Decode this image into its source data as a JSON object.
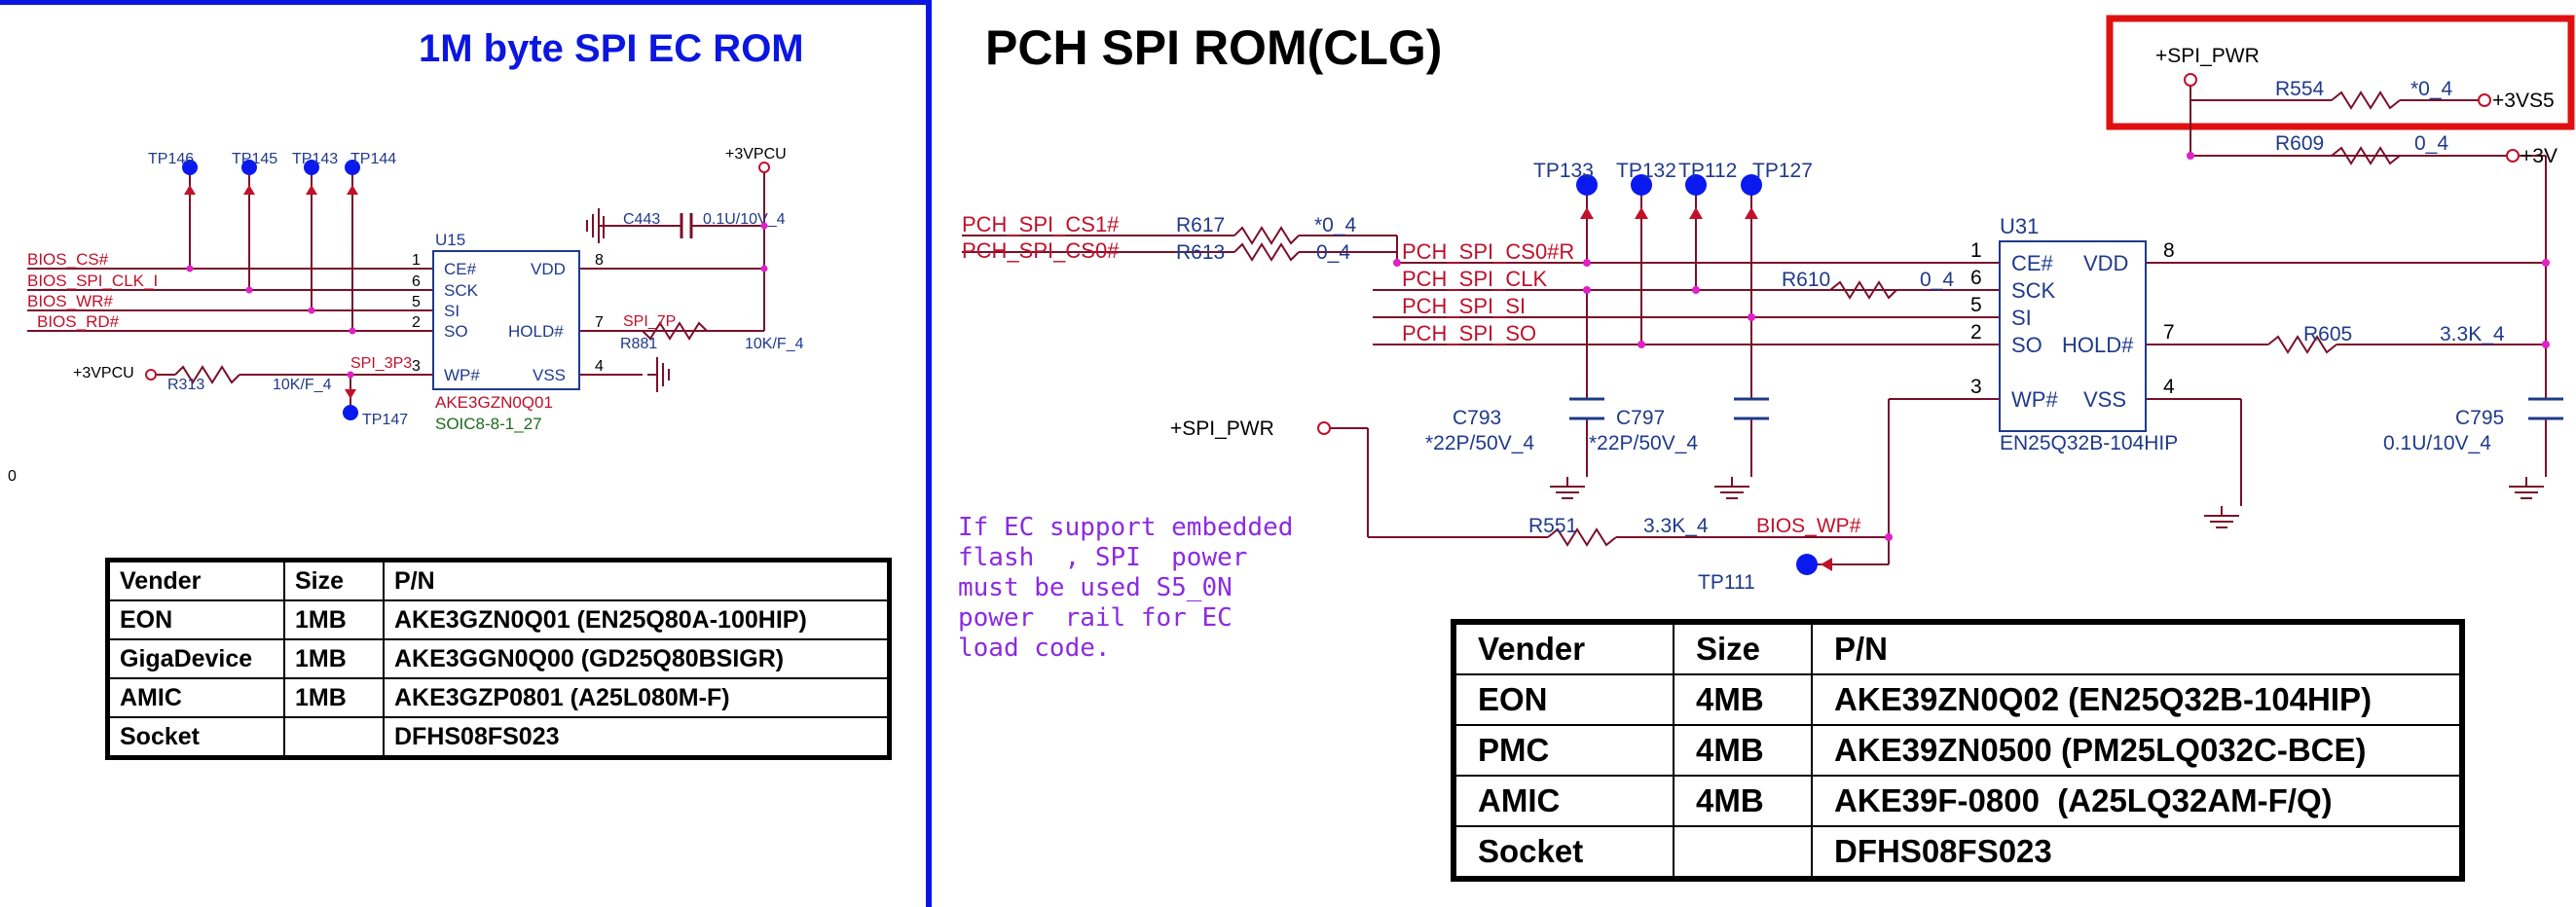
{
  "ec_section": {
    "title": "1M byte SPI EC ROM",
    "chip": {
      "ref": "U15",
      "pins": {
        "ce": "CE#",
        "sck": "SCK",
        "si": "SI",
        "so": "SO",
        "wp": "WP#",
        "vdd": "VDD",
        "hold": "HOLD#",
        "vss": "VSS"
      },
      "pin_numbers": {
        "ce": "1",
        "sck": "6",
        "si": "5",
        "so": "2",
        "wp": "3",
        "vdd": "8",
        "hold": "7",
        "vss": "4"
      },
      "part": "AKE3GZN0Q01",
      "package": "SOIC8-8-1_27"
    },
    "signals": [
      "BIOS_CS#",
      "BIOS_SPI_CLK_I",
      "BIOS_WR#",
      "BIOS_RD#"
    ],
    "testpoints": [
      "TP146",
      "TP145",
      "TP143",
      "TP144",
      "TP147"
    ],
    "power": "+3VPCU",
    "cap": {
      "ref": "C443",
      "value": "0.1U/10V_4"
    },
    "r313": {
      "ref": "R313",
      "value": "10K/F_4"
    },
    "r881": {
      "ref": "R881",
      "value": "10K/F_4"
    },
    "net_spi_3p3": "SPI_3P3",
    "net_spi_7p": "SPI_7P",
    "edge_label": "0",
    "bom": {
      "headers": [
        "Vender",
        "Size",
        "P/N"
      ],
      "rows": [
        [
          "EON",
          "1MB",
          "AKE3GZN0Q01 (EN25Q80A-100HIP)"
        ],
        [
          "GigaDevice",
          "1MB",
          "AKE3GGN0Q00 (GD25Q80BSIGR)"
        ],
        [
          "AMIC",
          "1MB",
          "AKE3GZP0801 (A25L080M-F)"
        ],
        [
          "Socket",
          "",
          "DFHS08FS023"
        ]
      ]
    }
  },
  "pch_section": {
    "title": "PCH SPI ROM(CLG)",
    "chip": {
      "ref": "U31",
      "pins": {
        "ce": "CE#",
        "sck": "SCK",
        "si": "SI",
        "so": "SO",
        "wp": "WP#",
        "vdd": "VDD",
        "hold": "HOLD#",
        "vss": "VSS"
      },
      "pin_numbers": {
        "ce": "1",
        "sck": "6",
        "si": "5",
        "so": "2",
        "wp": "3",
        "vdd": "8",
        "hold": "7",
        "vss": "4"
      },
      "part": "EN25Q32B-104HIP"
    },
    "inputs": [
      "PCH_SPI_CS1#",
      "PCH_SPI_CS0#"
    ],
    "nets": [
      "PCH_SPI_CS0#R",
      "PCH_SPI_CLK",
      "PCH_SPI_SI",
      "PCH_SPI_SO"
    ],
    "resistors": {
      "r617": {
        "ref": "R617",
        "value": "*0_4"
      },
      "r613": {
        "ref": "R613",
        "value": "0_4"
      },
      "r610": {
        "ref": "R610",
        "value": "0_4"
      },
      "r605": {
        "ref": "R605",
        "value": "3.3K_4"
      },
      "r551": {
        "ref": "R551",
        "value": "3.3K_4"
      },
      "r554": {
        "ref": "R554",
        "value": "*0_4"
      },
      "r609": {
        "ref": "R609",
        "value": "0_4"
      }
    },
    "caps": {
      "c793": {
        "ref": "C793",
        "value": "*22P/50V_4"
      },
      "c797": {
        "ref": "C797",
        "value": "*22P/50V_4"
      },
      "c795": {
        "ref": "C795",
        "value": "0.1U/10V_4"
      }
    },
    "testpoints": [
      "TP133",
      "TP132",
      "TP112",
      "TP127",
      "TP111"
    ],
    "spi_pwr": "+SPI_PWR",
    "bios_wp": "BIOS_WP#",
    "rail_3vs5": "+3VS5",
    "rail_3v": "+3V",
    "note_lines": [
      "If EC support embedded",
      "flash  , SPI  power",
      "must be used S5_0N",
      "power  rail for EC",
      "load code."
    ],
    "bom": {
      "headers": [
        "Vender",
        "Size",
        "P/N"
      ],
      "rows": [
        [
          "EON",
          "4MB",
          "AKE39ZN0Q02 (EN25Q32B-104HIP)"
        ],
        [
          "PMC",
          "4MB",
          "AKE39ZN0500 (PM25LQ032C-BCE)"
        ],
        [
          "AMIC",
          "4MB",
          "AKE39F-0800  (A25LQ32AM-F/Q)"
        ],
        [
          "Socket",
          "",
          "DFHS08FS023"
        ]
      ]
    }
  },
  "colors": {
    "wire": "#7a0f2a",
    "signal_label": "#c0102a",
    "component": "#1f3a8a",
    "frame_blue": "#0b16e0",
    "highlight_red": "#e01010",
    "junction": "#e020c8",
    "testpoint": "#0a1aee",
    "note": "#8b2be2",
    "text": "#000000"
  }
}
